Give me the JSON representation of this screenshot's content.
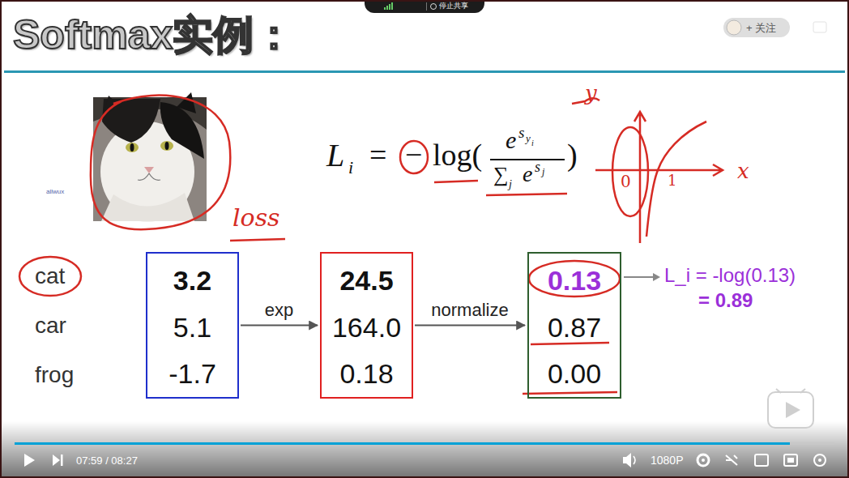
{
  "diagram": {
    "title": "Softmax实例：",
    "nodes": [
      {
        "text": [
          "3.2",
          "5.1",
          "-1.7"
        ]
      },
      {
        "text": [
          "24.5",
          "164.0",
          "0.18"
        ]
      },
      {
        "text": [
          "0.13",
          "0.87",
          "0.00"
        ]
      }
    ],
    "edges": [
      {
        "from": 0,
        "to": 1,
        "arrow": "to",
        "label": "exp"
      },
      {
        "from": 1,
        "to": 2,
        "arrow": "to",
        "label": "normalize"
      }
    ],
    "labels": [
      "+ 关注",
      "allwux",
      "loss",
      "L",
      "i",
      "=",
      "−",
      "log(",
      "e",
      "s",
      "y",
      "i",
      "∑",
      "j",
      "e",
      "s",
      "j",
      ")",
      "y",
      "x",
      "0",
      "1",
      "cat",
      "car",
      "frog",
      "L_i = -log(0.13)",
      "= 0.89",
      "停止共享",
      "07:59 / 08:27",
      "1080P"
    ]
  }
}
